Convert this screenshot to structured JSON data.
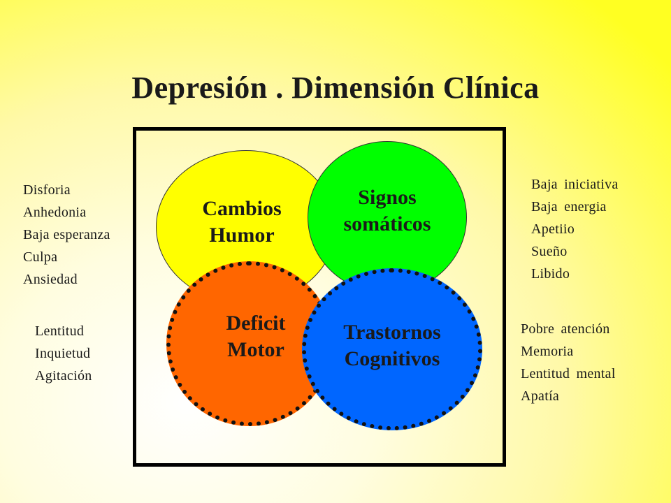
{
  "title": "Depresión . Dimensión Clínica",
  "circles": {
    "humor": {
      "line1": "Cambios",
      "line2": "Humor",
      "color": "#ffff00"
    },
    "somatic": {
      "line1": "Signos",
      "line2": "somáticos",
      "color": "#00ff00"
    },
    "motor": {
      "line1": "Deficit",
      "line2": "Motor",
      "color": "#ff6600"
    },
    "cognitive": {
      "line1": "Trastornos",
      "line2": "Cognitivos",
      "color": "#0066ff"
    }
  },
  "lists": {
    "mood": [
      "Disforia",
      "Anhedonia",
      "Baja esperanza",
      "Culpa",
      "Ansiedad"
    ],
    "motor": [
      "Lentitud",
      "Inquietud",
      "Agitación"
    ],
    "somatic": [
      "Baja iniciativa",
      "Baja energia",
      "Apetiio",
      "Sueño",
      "Libido"
    ],
    "cognitive": [
      "Pobre atención",
      "Memoria",
      "Lentitud mental",
      "Apatía"
    ]
  },
  "background_colors": [
    "#ffff22",
    "#ffffff"
  ]
}
